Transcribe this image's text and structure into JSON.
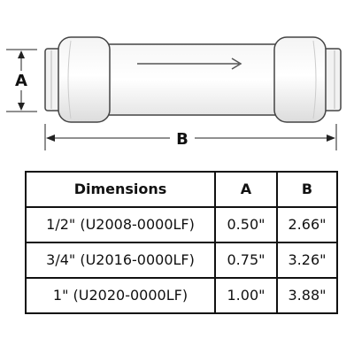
{
  "diagram": {
    "label_a": "A",
    "label_b": "B"
  },
  "table": {
    "headers": [
      "Dimensions",
      "A",
      "B"
    ],
    "rows": [
      {
        "size": "1/2\" (U2008-0000LF)",
        "a": "0.50\"",
        "b": "2.66\""
      },
      {
        "size": "3/4\" (U2016-0000LF)",
        "a": "0.75\"",
        "b": "3.26\""
      },
      {
        "size": "1\" (U2020-0000LF)",
        "a": "1.00\"",
        "b": "3.88\""
      }
    ]
  }
}
